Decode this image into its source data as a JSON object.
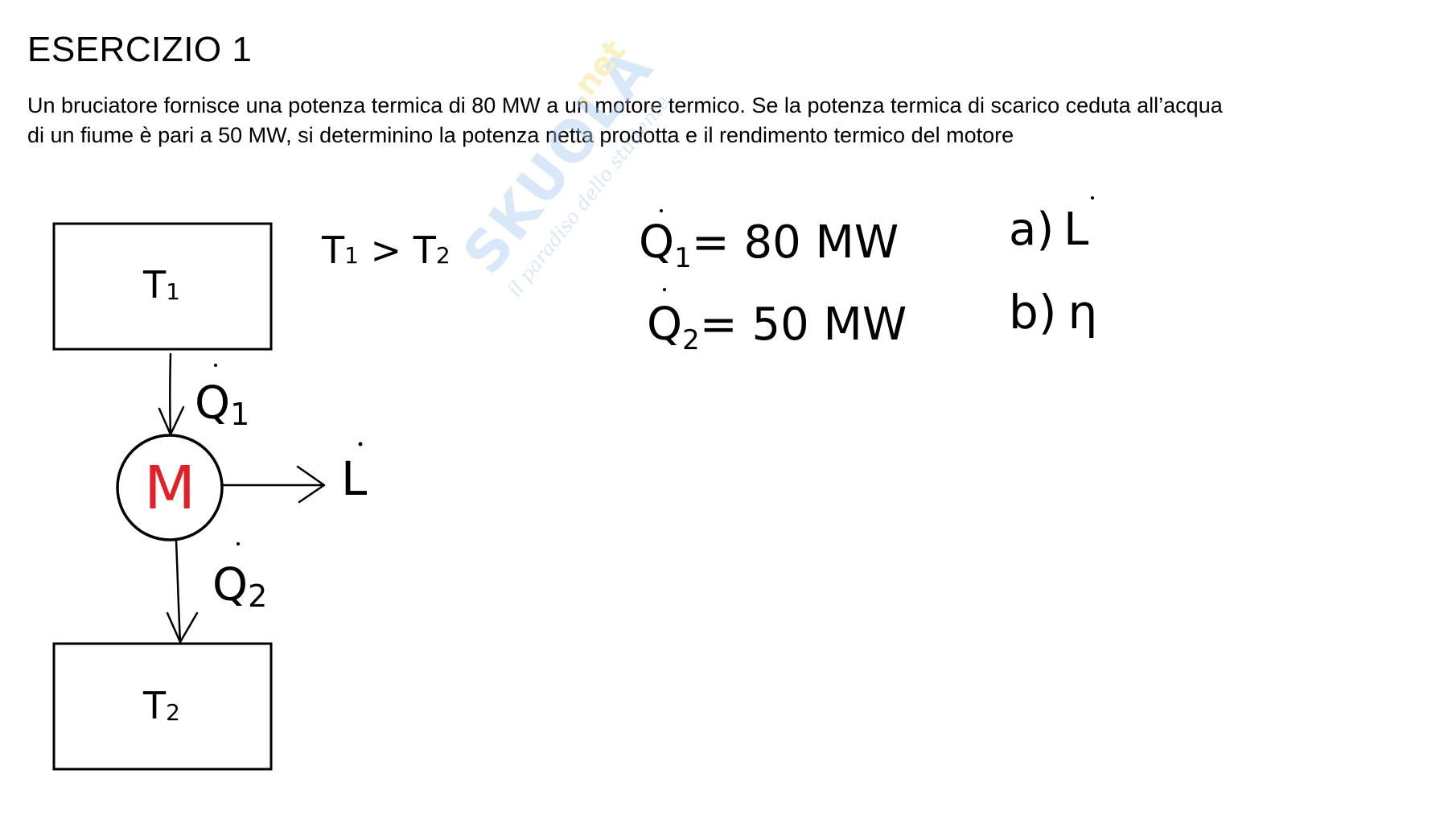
{
  "slide": {
    "title": "ESERCIZIO 1",
    "problem": {
      "line1": "Un bruciatore fornisce una potenza termica di 80 MW a un motore termico. Se la potenza termica di scarico ceduta all’acqua",
      "line2": "di un fiume è pari a 50 MW, si determinino la potenza netta prodotta e il rendimento termico del motore"
    }
  },
  "watermark": {
    "brand": "SKUOLA",
    "net": ".net",
    "tagline": "il paradiso dello studente"
  },
  "diagram": {
    "hot_reservoir": {
      "label": "T",
      "sub": "1"
    },
    "cold_reservoir": {
      "label": "T",
      "sub": "2"
    },
    "condition": {
      "t": "T",
      "sub1": "1",
      "op": " > ",
      "sub2": "2"
    },
    "engine": {
      "label": "M",
      "color": "#e1202a"
    },
    "heat_in": {
      "label": "Q",
      "sub": "1"
    },
    "heat_out": {
      "label": "Q",
      "sub": "2"
    },
    "work": {
      "label": "L"
    }
  },
  "data": {
    "q1": {
      "symbol": "Q",
      "sub": "1",
      "value": "= 80 MW"
    },
    "q2": {
      "symbol": "Q",
      "sub": "2",
      "value": "= 50 MW"
    }
  },
  "unknowns": {
    "a": {
      "tag": "a)",
      "symbol": "L"
    },
    "b": {
      "tag": "b)",
      "symbol": "η"
    }
  }
}
